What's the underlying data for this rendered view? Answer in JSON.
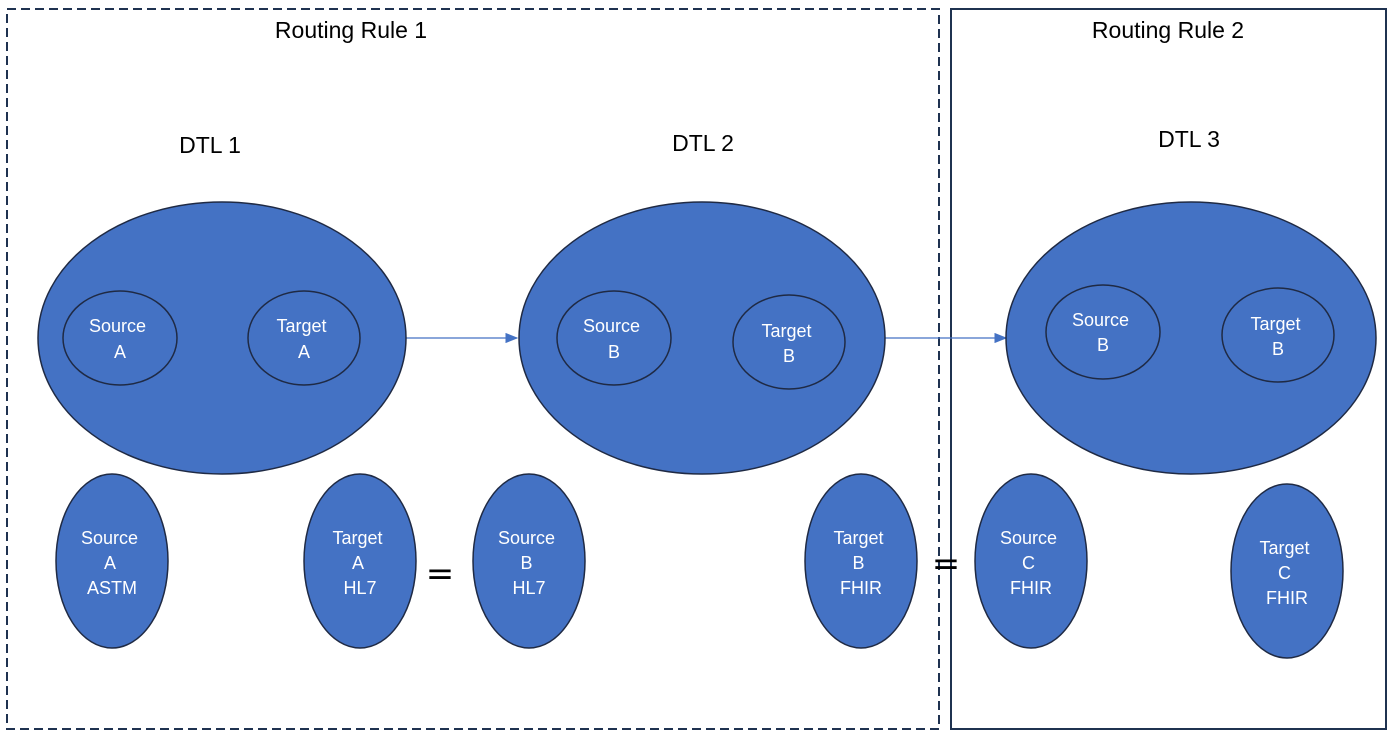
{
  "colors": {
    "fill": "#4472c4",
    "stroke": "#1f2a44",
    "arrow": "#4472c4",
    "rule1_border": "#1f3250",
    "rule2_border": "#1f3250"
  },
  "rules": [
    {
      "title": "Routing Rule 1"
    },
    {
      "title": "Routing Rule 2"
    }
  ],
  "dtls": [
    {
      "title": "DTL 1",
      "source": [
        "Source",
        "A"
      ],
      "target": [
        "Target",
        "A"
      ]
    },
    {
      "title": "DTL 2",
      "source": [
        "Source",
        "B"
      ],
      "target": [
        "Target",
        "B"
      ]
    },
    {
      "title": "DTL 3",
      "source": [
        "Source",
        "B"
      ],
      "target": [
        "Target",
        "B"
      ]
    }
  ],
  "schemas": [
    {
      "lines": [
        "Source",
        "A",
        "ASTM"
      ]
    },
    {
      "lines": [
        "Target",
        "A",
        "HL7"
      ]
    },
    {
      "lines": [
        "Source",
        "B",
        "HL7"
      ]
    },
    {
      "lines": [
        "Target",
        "B",
        "FHIR"
      ]
    },
    {
      "lines": [
        "Source",
        "C",
        "FHIR"
      ]
    },
    {
      "lines": [
        "Target",
        "C",
        "FHIR"
      ]
    }
  ],
  "equals": [
    "=",
    "="
  ]
}
